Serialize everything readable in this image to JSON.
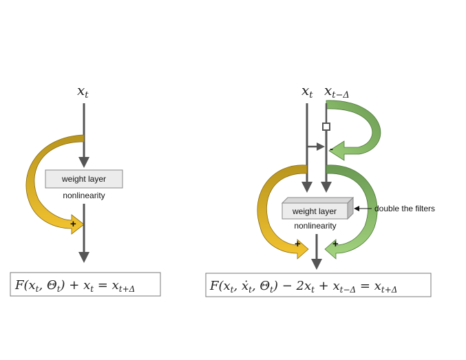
{
  "left": {
    "input_label": "x",
    "input_sub": "t",
    "weight_layer": "weight layer",
    "nonlinearity": "nonlinearity",
    "plus_sign": "+",
    "formula": {
      "F": "F(x",
      "t1": "t",
      "theta": ", Θ",
      "t2": "t",
      "rest": ") + x",
      "t3": "t",
      "eq": " = x",
      "sub": "t+Δ"
    }
  },
  "right": {
    "input1_label": "x",
    "input1_sub": "t",
    "input2_label": "x",
    "input2_sub": "t−Δ",
    "weight_layer": "weight layer",
    "nonlinearity": "nonlinearity",
    "callout": "double the filters",
    "minus_sign": "-",
    "plus_sign_left": "+",
    "plus_sign_right": "+",
    "formula": {
      "F": "F(x",
      "t1": "t",
      "xdot": ", ẋ",
      "t2": "t",
      "theta": ", Θ",
      "t3": "t",
      "rest": ") − 2x",
      "t4": "t",
      "plus": " + x",
      "sub1": "t−Δ",
      "eq": " = x",
      "sub2": "t+Δ"
    }
  },
  "colors": {
    "stroke": "#555555",
    "gold_dark": "#c9a227",
    "gold_light": "#f4c430",
    "green_dark": "#5f8a4a",
    "green_light": "#9ed07a",
    "box_fill": "#ececec"
  }
}
